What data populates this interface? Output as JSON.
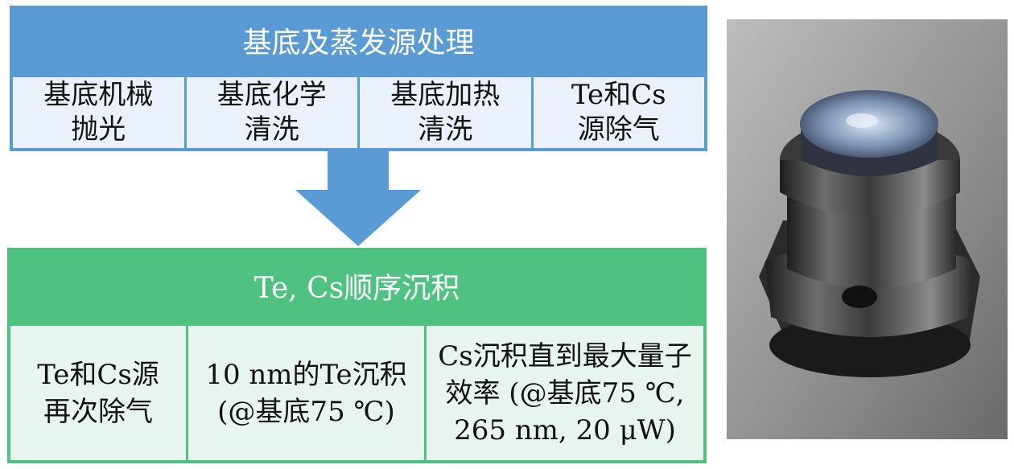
{
  "top_block": {
    "title": "基底及蒸发源处理",
    "steps": [
      {
        "line1": "基底机械",
        "line2": "抛光"
      },
      {
        "line1": "基底化学",
        "line2": "清洗"
      },
      {
        "line1": "基底加热",
        "line2": "清洗"
      },
      {
        "line1": "Te和Cs",
        "line2": "源除气"
      }
    ]
  },
  "bottom_block": {
    "title": "Te, Cs顺序沉积",
    "steps": [
      {
        "line1": "Te和Cs源",
        "line2": "再次除气"
      },
      {
        "line1": "10 nm的Te沉积",
        "line2": "(@基底75 ℃)"
      },
      {
        "line1": "Cs沉积直到最大量子",
        "line2": "效率 (@基底75 ℃,",
        "line3": "265 nm, 20 μW)"
      }
    ]
  },
  "colors": {
    "top_header": "#5b9bd5",
    "top_cell": "#eaf1fb",
    "arrow": "#5b9bd5",
    "bottom_header": "#4fc282",
    "bottom_cell": "#e8f5ee"
  }
}
